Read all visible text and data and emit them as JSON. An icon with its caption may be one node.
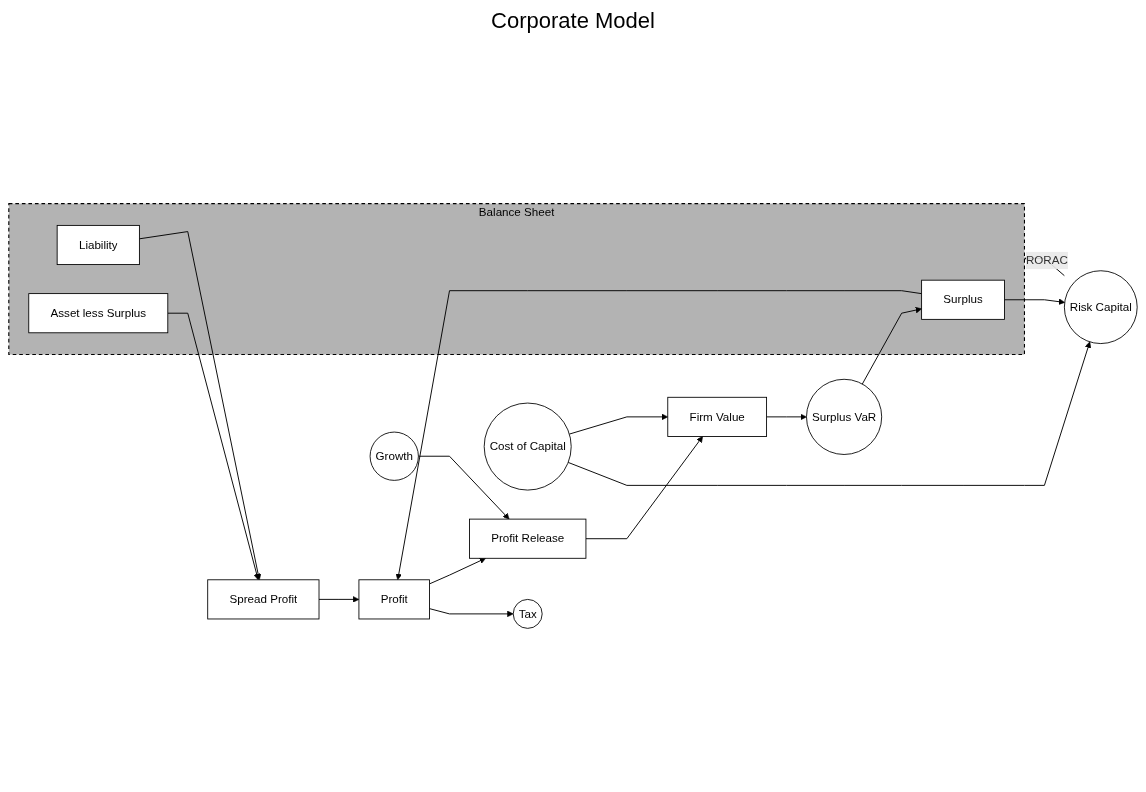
{
  "diagram": {
    "title": "Corporate Model",
    "nodes": [
      {
        "text": [
          "Balance Sheet"
        ]
      },
      {
        "text": [
          "Liability"
        ],
        "in": 0
      },
      {
        "text": [
          "Asset less Surplus"
        ],
        "in": 0
      },
      {
        "text": [
          "Surplus"
        ],
        "in": 0
      },
      {
        "text": [
          "Spread Profit"
        ]
      },
      {
        "text": [
          "Growth"
        ]
      },
      {
        "text": [
          "Profit"
        ]
      },
      {
        "text": [
          "Profit Release"
        ]
      },
      {
        "text": [
          "Firm Value"
        ]
      },
      {
        "text": [
          "Tax"
        ]
      },
      {
        "text": [
          "Risk Capital"
        ]
      },
      {
        "text": [
          "Cost of Capital"
        ]
      },
      {
        "text": [
          "Surplus VaR"
        ]
      }
    ],
    "edges": [
      {
        "from": 1,
        "to": 4,
        "arrow": "to"
      },
      {
        "from": 2,
        "to": 4,
        "arrow": "to"
      },
      {
        "from": 4,
        "to": 6,
        "arrow": "to"
      },
      {
        "from": 3,
        "to": 6,
        "arrow": "to"
      },
      {
        "from": 6,
        "to": 7,
        "arrow": "to"
      },
      {
        "from": 6,
        "to": 9,
        "arrow": "to"
      },
      {
        "from": 5,
        "to": 7,
        "arrow": "to"
      },
      {
        "from": 7,
        "to": 8,
        "arrow": "to"
      },
      {
        "from": 11,
        "to": 8,
        "arrow": "to"
      },
      {
        "from": 8,
        "to": 12,
        "arrow": "to"
      },
      {
        "from": 3,
        "to": 10,
        "arrow": "to"
      },
      {
        "from": 11,
        "to": 10,
        "arrow": "to"
      },
      {
        "from": 10,
        "to": 0,
        "label": "RORAC",
        "arrow": "to"
      },
      {
        "from": 12,
        "to": 3,
        "arrow": "to"
      }
    ]
  }
}
